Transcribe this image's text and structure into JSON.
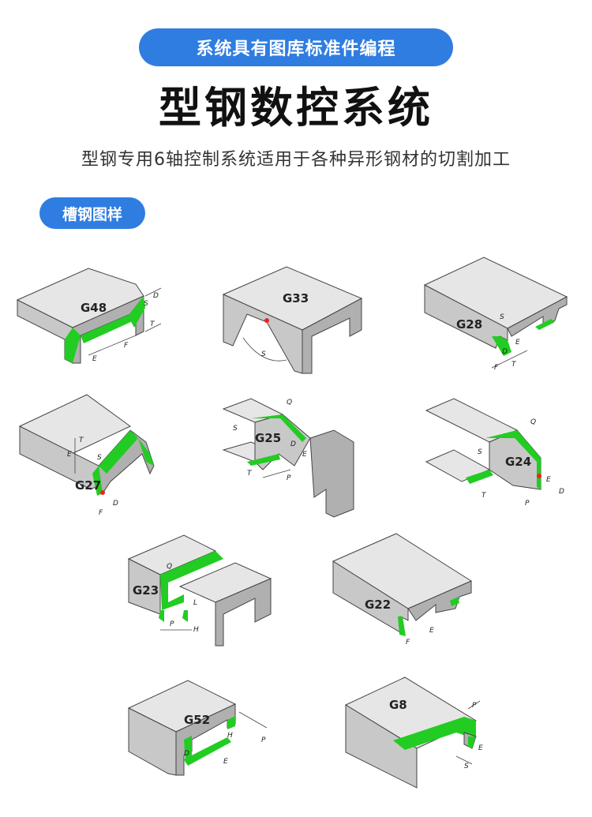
{
  "header": {
    "pill": "系统具有图库标准件编程",
    "title": "型钢数控系统",
    "subtitle": "型钢专用6轴控制系统适用于各种异形钢材的切割加工"
  },
  "section": {
    "label": "槽钢图样"
  },
  "colors": {
    "accent": "#2f7de1",
    "highlight": "#22cc22",
    "steel": "#d9d9d9"
  },
  "figures": [
    {
      "label": "G48",
      "dims": [
        "D",
        "S",
        "T",
        "F",
        "E"
      ]
    },
    {
      "label": "G33",
      "dims": [
        "S"
      ]
    },
    {
      "label": "G28",
      "dims": [
        "S",
        "D",
        "E",
        "F",
        "T"
      ]
    },
    {
      "label": "G27",
      "dims": [
        "T",
        "E",
        "S",
        "D",
        "F"
      ]
    },
    {
      "label": "G25",
      "dims": [
        "Q",
        "S",
        "D",
        "E",
        "T",
        "P"
      ]
    },
    {
      "label": "G24",
      "dims": [
        "Q",
        "S",
        "E",
        "D",
        "T",
        "P"
      ]
    },
    {
      "label": "G23",
      "dims": [
        "Q",
        "L",
        "P",
        "H"
      ]
    },
    {
      "label": "G22",
      "dims": [
        "E",
        "F"
      ]
    },
    {
      "label": "G52",
      "dims": [
        "H",
        "P",
        "D",
        "E"
      ]
    },
    {
      "label": "G8",
      "dims": [
        "P",
        "E",
        "S"
      ]
    }
  ]
}
